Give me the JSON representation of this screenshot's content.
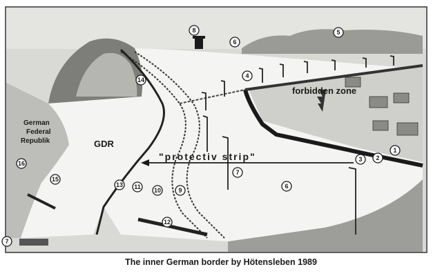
{
  "caption": "The inner German border by Hötensleben 1989",
  "labels": {
    "frg_line1": "German",
    "frg_line2": "Federal",
    "frg_line3": "Republik",
    "gdr": "GDR",
    "forbidden_zone": "forbidden zone",
    "protective_strip": "\"protectiv strip\""
  },
  "markers": [
    "1",
    "2",
    "3",
    "4",
    "5",
    "6",
    "6",
    "7",
    "7",
    "8",
    "9",
    "10",
    "11",
    "12",
    "13",
    "14",
    "15",
    "16"
  ],
  "colors": {
    "ink": "#1a1a1a",
    "paper": "#f4f4f2",
    "shade": "#c8c8c4"
  }
}
